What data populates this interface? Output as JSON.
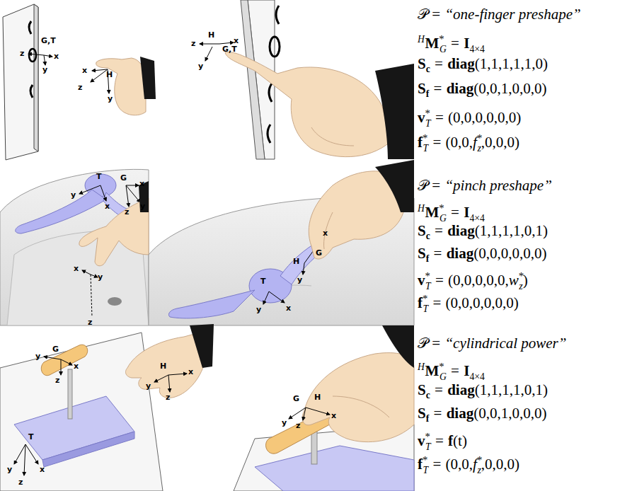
{
  "diagram": {
    "labels": [
      "𝒫 =",
      "“one-finger preshape”",
      "H",
      "M",
      "*",
      "G",
      "=",
      "I",
      "4×4",
      "S",
      "c",
      "=",
      "diag",
      "(1,1,1,1,1,0)",
      "S",
      "f",
      "=",
      "diag",
      "(0,0,1,0,0,0)",
      "v",
      "*",
      "T",
      "=",
      "(0,0,0,0,0,0)",
      "f",
      "*",
      "T",
      "=",
      "(0,0,",
      "f",
      "*",
      "z",
      ",0,0,0)",
      "𝒫 =",
      "“pinch preshape”",
      "H",
      "M",
      "*",
      "G",
      "=",
      "I",
      "4×4",
      "S",
      "c",
      "=",
      "diag",
      "(1,1,1,1,0,1)",
      "S",
      "f",
      "=",
      "diag",
      "(0,0,0,0,0,0)",
      "v",
      "*",
      "T",
      "=",
      "(0,0,0,0,0,",
      "w",
      "*",
      "z",
      ")",
      "f",
      "*",
      "T",
      "=",
      "(0,0,0,0,0,0)",
      "𝒫 =",
      "“cylindrical power”",
      "H",
      "M",
      "*",
      "G",
      "=",
      "I",
      "4×4",
      "S",
      "c",
      "=",
      "diag",
      "(1,1,1,1,0,1)",
      "S",
      "f",
      "=",
      "diag",
      "(0,0,1,0,0,0)",
      "v",
      "*",
      "T",
      "=",
      "f",
      "(t)",
      "f",
      "*",
      "T",
      "=",
      "(0,0,",
      "f",
      "*",
      "z",
      ",0,0,0)",
      "z",
      "G,T",
      "x",
      "y",
      "x",
      "H",
      "z",
      "y",
      "z",
      "H",
      "x",
      "G,T",
      "y",
      "T",
      "y",
      "x",
      "G",
      "x",
      "y",
      "z",
      "x",
      "y",
      "z",
      "x",
      "H",
      "G",
      "y",
      "T",
      "y",
      "x",
      "G",
      "x",
      "y",
      "z",
      "H",
      "x",
      "y",
      "z",
      "T",
      "y",
      "x",
      "z",
      "G",
      "H",
      "x",
      "y",
      "z"
    ]
  }
}
